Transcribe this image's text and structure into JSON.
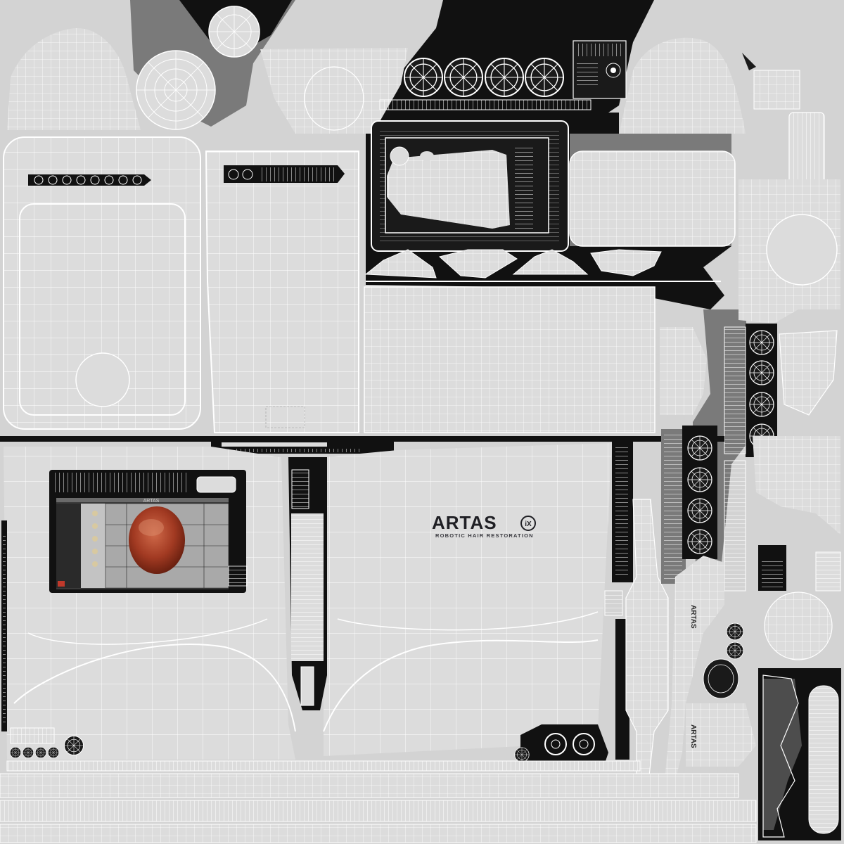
{
  "logo": {
    "brand": "ARTAS",
    "badge": "iX",
    "tagline": "ROBOTIC HAIR RESTORATION"
  },
  "side_logos": {
    "upper": "ARTAS",
    "lower": "ARTAS"
  },
  "screen_panel": {
    "header": "ARTAS"
  },
  "colors": {
    "background": "#d3d3d3",
    "panel": "#dcdcdc",
    "dark": "#111111",
    "mid_gray": "#7a7a7a",
    "wire": "#ffffff",
    "scalp": "#b0452a"
  }
}
